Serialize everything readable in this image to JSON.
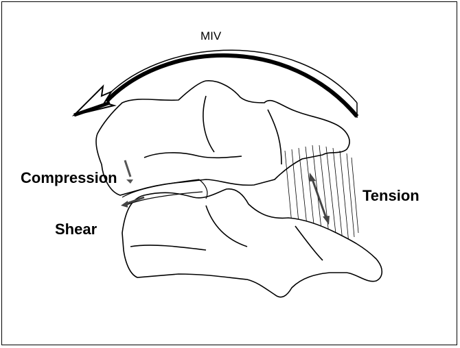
{
  "figure": {
    "labels": {
      "motion": "MIV",
      "compression": "Compression",
      "shear": "Shear",
      "tension": "Tension"
    },
    "icons": [
      "curved-motion-arrow-icon",
      "compression-arrow-icon",
      "shear-arrow-icon",
      "tension-double-arrow-icon"
    ]
  }
}
